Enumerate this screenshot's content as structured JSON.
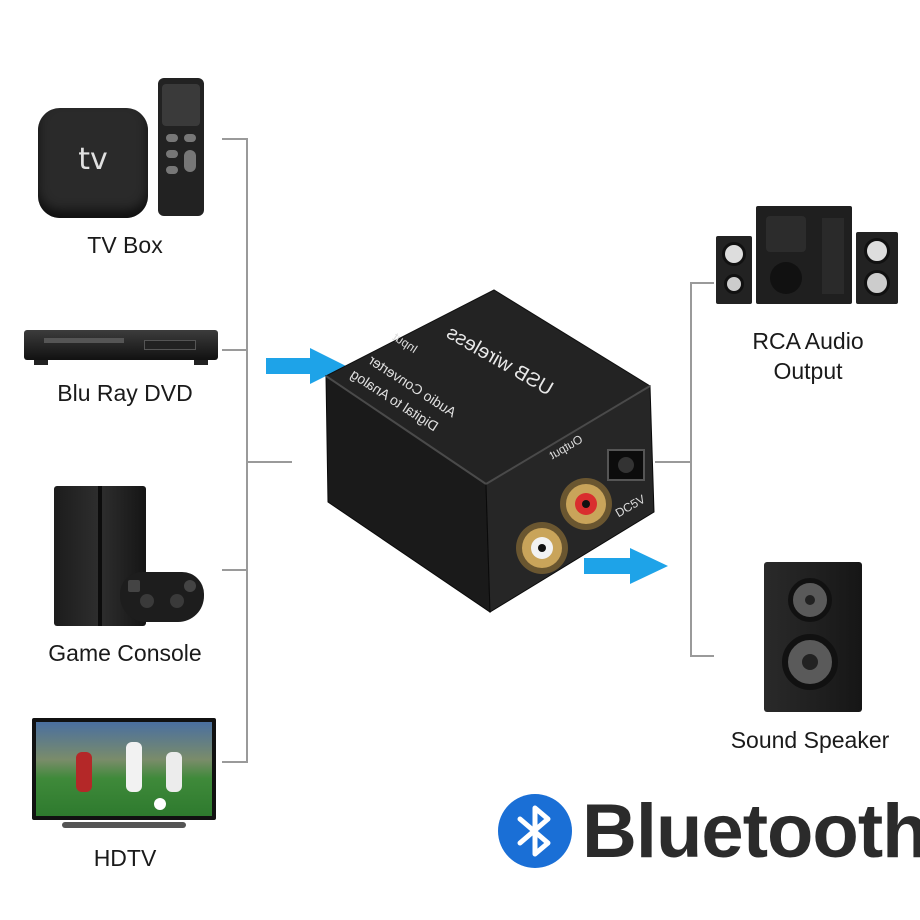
{
  "sources": [
    {
      "label": "TV Box",
      "icon": "tv-box-icon"
    },
    {
      "label": "Blu Ray DVD",
      "icon": "dvd-player-icon"
    },
    {
      "label": "Game Console",
      "icon": "game-console-icon"
    },
    {
      "label": "HDTV",
      "icon": "hdtv-icon"
    }
  ],
  "outputs": [
    {
      "label": "RCA Audio\nOutput",
      "icon": "speaker-system-icon"
    },
    {
      "label": "Sound Speaker",
      "icon": "sound-speaker-icon"
    }
  ],
  "device": {
    "top_text": "USB wireless",
    "side_text_1": "Digital to Analog",
    "side_text_2": "Audio Converter",
    "input_label": "Input",
    "output_label": "Output",
    "dc_label": "DC5V",
    "tv_logo": "tv"
  },
  "brand": {
    "name": "Bluetooth",
    "color": "#1a6fd6"
  },
  "colors": {
    "arrow": "#1ea3e8",
    "line": "#9a9a9a",
    "device": "#1b1b1b"
  }
}
